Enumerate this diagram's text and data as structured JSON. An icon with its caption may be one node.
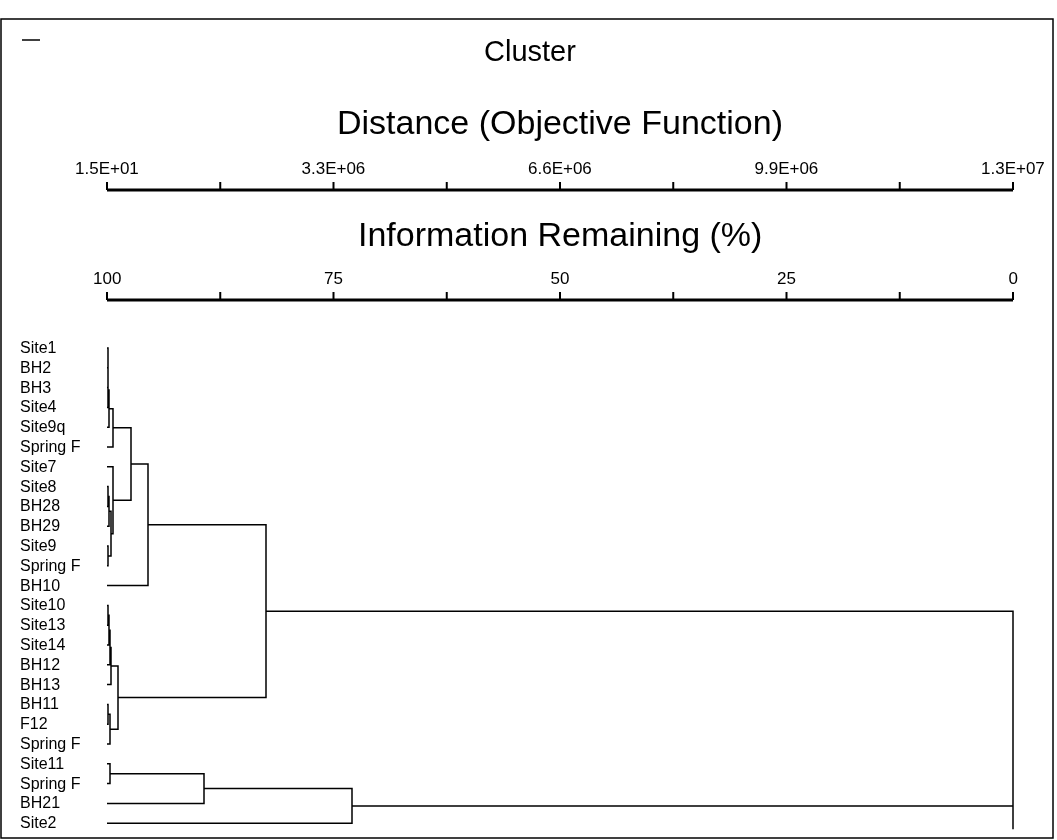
{
  "diagram": {
    "title": "Cluster",
    "labels": [
      "Distance (Objective Function)",
      "1.5E+01",
      "3.3E+06",
      "6.6E+06",
      "9.9E+06",
      "1.3E+07",
      "Information Remaining (%)",
      "100",
      "75",
      "50",
      "25",
      "0",
      "Site1",
      "BH2",
      "BH3",
      "Site4",
      "Site9q",
      "Spring F",
      "Site7",
      "Site8",
      "BH28",
      "BH29",
      "Site9",
      "Spring F",
      "BH10",
      "Site10",
      "Site13",
      "Site14",
      "BH12",
      "BH13",
      "BH11",
      "F12",
      "Spring F",
      "Site11",
      "Spring F",
      "BH21",
      "Site2"
    ]
  }
}
